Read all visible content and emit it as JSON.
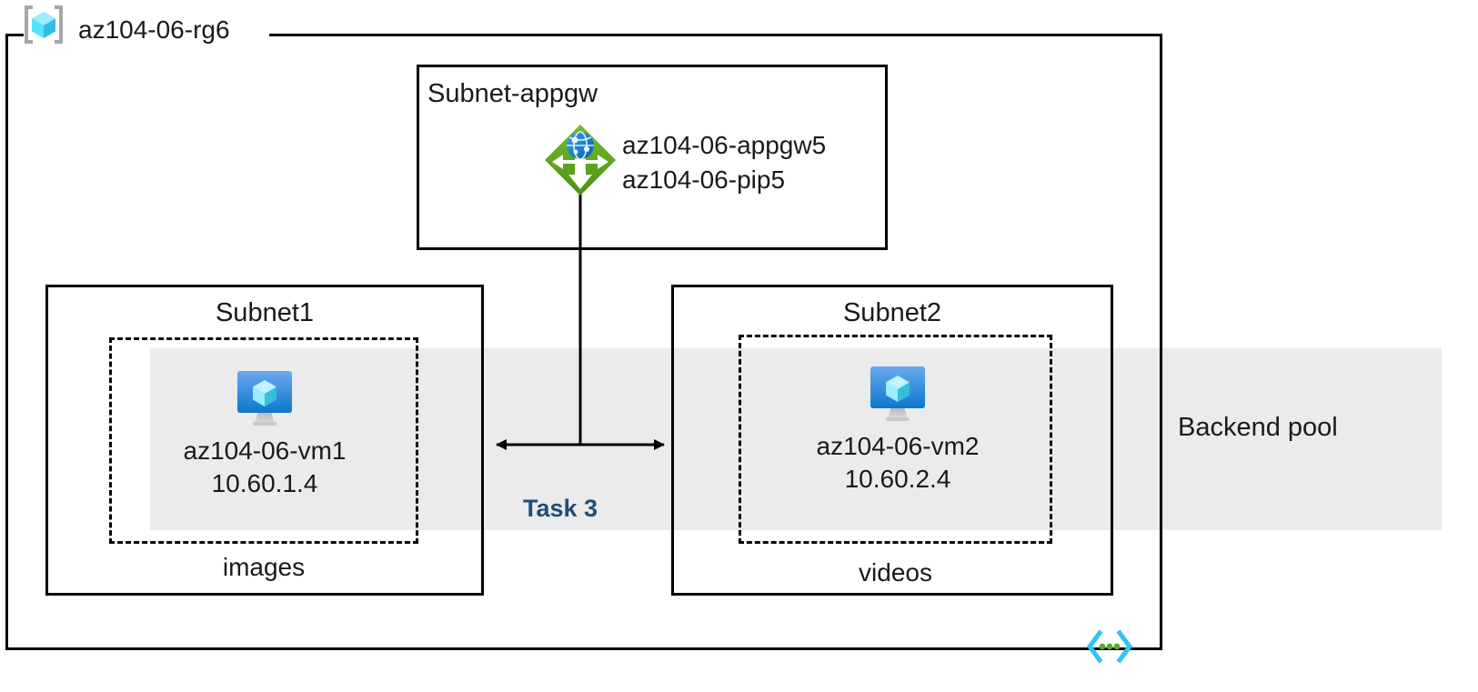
{
  "diagram": {
    "title": "az104-06-rg6",
    "resource_group": {
      "name": "az104-06-rg6",
      "icon": "resource-group-icon"
    },
    "subnets": [
      {
        "id": "subnet-appgw",
        "title": "Subnet-appgw",
        "resources": [
          {
            "icon": "application-gateway-icon",
            "lines": [
              "az104-06-appgw5",
              "az104-06-pip5"
            ]
          }
        ]
      },
      {
        "id": "subnet1",
        "title": "Subnet1",
        "zone_label": "images",
        "vm": {
          "icon": "virtual-machine-icon",
          "name": "az104-06-vm1",
          "ip": "10.60.1.4"
        }
      },
      {
        "id": "subnet2",
        "title": "Subnet2",
        "zone_label": "videos",
        "vm": {
          "icon": "virtual-machine-icon",
          "name": "az104-06-vm2",
          "ip": "10.60.2.4"
        }
      }
    ],
    "appgw": {
      "name_line1": "az104-06-appgw5",
      "name_line2": "az104-06-pip5"
    },
    "backend_pool": {
      "label": "Backend pool",
      "band_color": "#ebebeb"
    },
    "task": {
      "label": "Task 3",
      "color": "#1f4e79"
    },
    "code_icon": {
      "name": "code-brackets-icon",
      "bracket_color": "#31c4f3",
      "dot_color": "#5aa630"
    },
    "colors": {
      "border": "#000000",
      "appgw_green": "#5e9f28",
      "vm_blue": "#0078d4",
      "cube_cyan": "#50e6ff",
      "task_navy": "#1f4e79",
      "band_gray": "#ebebeb"
    }
  }
}
